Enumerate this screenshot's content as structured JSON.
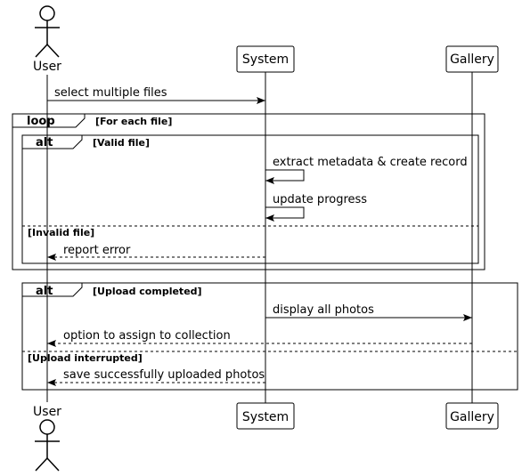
{
  "participants": {
    "user": "User",
    "system": "System",
    "gallery": "Gallery"
  },
  "messages": {
    "select_files": "select multiple files",
    "extract_metadata": "extract metadata & create record",
    "update_progress": "update progress",
    "report_error": "report error",
    "display_photos": "display all photos",
    "assign_option": "option to assign to collection",
    "save_uploaded": "save successfully uploaded photos"
  },
  "frames": {
    "loop_keyword": "loop",
    "loop_guard": "[For each file]",
    "alt1_keyword": "alt",
    "alt1_guard": "[Valid file]",
    "alt1_else_guard": "[Invalid file]",
    "alt2_keyword": "alt",
    "alt2_guard": "[Upload completed]",
    "alt2_else_guard": "[Upload interrupted]"
  },
  "icons": {
    "actor": "actor-stick-figure-icon"
  }
}
